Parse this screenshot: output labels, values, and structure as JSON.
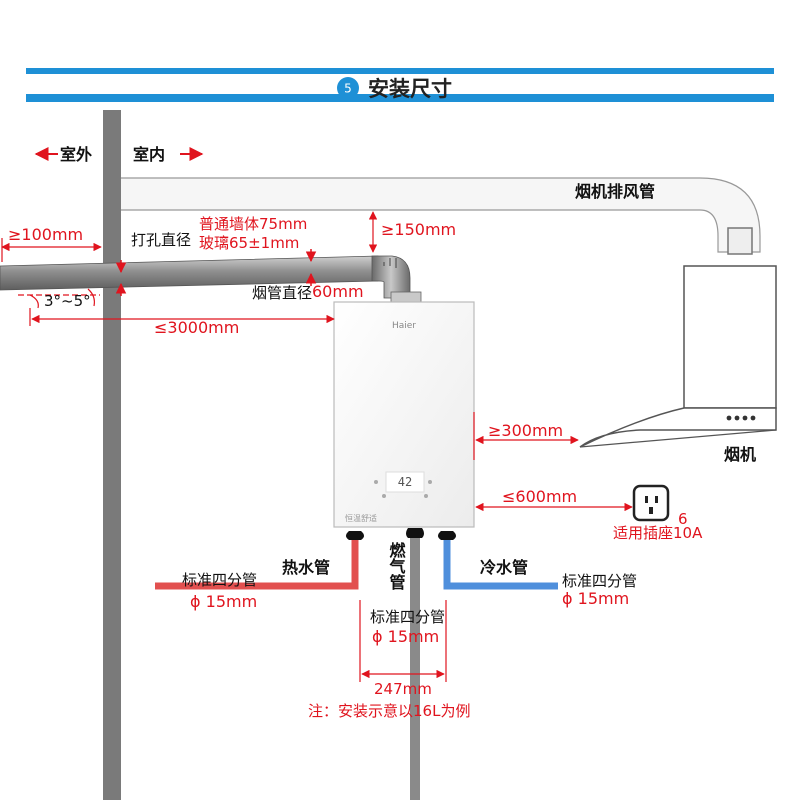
{
  "header": {
    "step_number": "5",
    "title": "安装尺寸"
  },
  "zones": {
    "outdoor": "室外",
    "indoor": "室内"
  },
  "hood_duct": {
    "label": "烟机排风管"
  },
  "hole": {
    "label": "打孔直径",
    "wall_spec": "普通墙体75mm",
    "glass_spec": "玻璃65±1mm"
  },
  "dimensions": {
    "outside_extension": "≥100mm",
    "slope": "3°~5°",
    "flue_length": "≤3000mm",
    "top_clearance": "≥150mm",
    "hood_distance": "≥300mm",
    "socket_distance": "≤600mm",
    "connection_spacing": "247mm"
  },
  "flue_pipe": {
    "label": "烟管直径",
    "value": "60mm"
  },
  "heater": {
    "brand": "Haier",
    "display_digits": "42",
    "badge": "恒温舒适"
  },
  "range_hood": {
    "label": "烟机"
  },
  "socket": {
    "label": "适用插座10A",
    "superscript": "6"
  },
  "pipes": {
    "hot": {
      "label": "热水管",
      "spec": "标准四分管",
      "diameter": "ϕ 15mm"
    },
    "gas": {
      "label": "燃气管",
      "spec": "标准四分管",
      "diameter": "ϕ 15mm"
    },
    "cold": {
      "label": "冷水管",
      "spec": "标准四分管",
      "diameter": "ϕ 15mm"
    }
  },
  "note": "注：安装示意以16L为例",
  "colors": {
    "accent_blue": "#1e90d6",
    "dimension_red": "#e0141e",
    "hot_pipe": "#e2504f",
    "cold_pipe": "#4f8fdc",
    "wall_gray": "#7a7a7a"
  }
}
